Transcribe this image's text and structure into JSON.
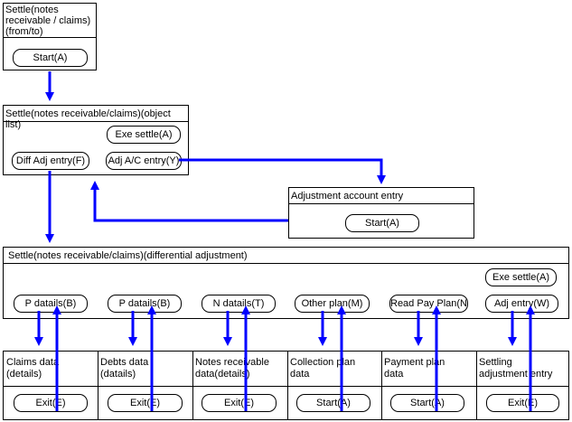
{
  "screen1": {
    "title": "Settle(notes\nreceivable / claims)\n(from/to)",
    "start": "Start(A)"
  },
  "screen2": {
    "title": "Settle(notes receivable/claims)(object list)",
    "exe": "Exe settle(A)",
    "diff": "Diff Adj entry(F)",
    "adjac": "Adj A/C entry(Y)"
  },
  "screen3": {
    "title": "Adjustment account entry",
    "start": "Start(A)"
  },
  "screen4": {
    "title": "Settle(notes receivable/claims)(differential adjustment)",
    "exe": "Exe settle(A)",
    "buttons": [
      "P datails(B)",
      "P datails(B)",
      "N datails(T)",
      "Other plan(M)",
      "Read Pay Plan(N)",
      "Adj entry(W)"
    ]
  },
  "bottom": [
    {
      "title": "Claims data\n(details)",
      "button": "Exit(E)"
    },
    {
      "title": "Debts data\n(datails)",
      "button": "Exit(E)"
    },
    {
      "title": "Notes receivable\ndata(details)",
      "button": "Exit(E)"
    },
    {
      "title": "Collection plan\ndata",
      "button": "Start(A)"
    },
    {
      "title": "Payment plan\ndata",
      "button": "Start(A)"
    },
    {
      "title": "Settling\nadjustment entry",
      "button": "Exit(E)"
    }
  ],
  "colors": {
    "arrow": "#0000ff",
    "border": "#000000"
  }
}
